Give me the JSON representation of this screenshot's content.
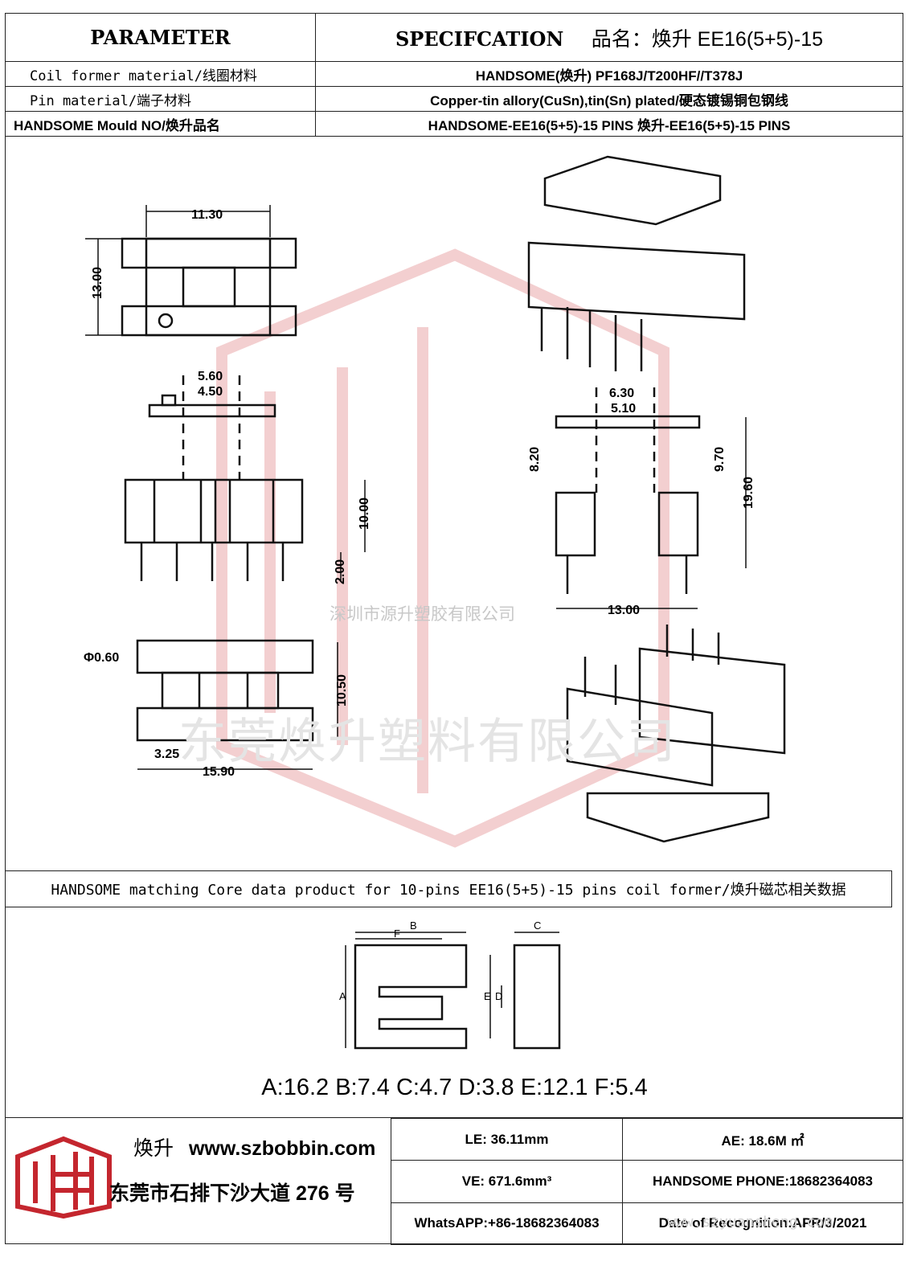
{
  "header": {
    "param_title": "PARAMETER",
    "spec_title": "SPECIFCATION",
    "spec_name": "品名：焕升 EE16(5+5)-15",
    "rows": [
      {
        "label": "Coil former material/线圈材料",
        "value": "HANDSOME(焕升)   PF168J/T200HF//T378J"
      },
      {
        "label": "Pin material/端子材料",
        "value": "Copper-tin allory(CuSn),tin(Sn) plated/硬态镀锡铜包钢线"
      },
      {
        "label": "HANDSOME Mould NO/焕升品名",
        "value": "HANDSOME-EE16(5+5)-15 PINS    焕升-EE16(5+5)-15 PINS"
      }
    ]
  },
  "dims": {
    "A": "11.30",
    "B": "13.00",
    "C": "5.60",
    "D": "4.50",
    "E": "10.00",
    "F": "2.00",
    "G": "6.30",
    "H": "5.10",
    "I": "8.20",
    "J": "9.70",
    "K": "19.60",
    "L": "13.00",
    "M": "Φ0.60",
    "N": "10.50",
    "O": "3.25",
    "P": "15.90"
  },
  "watermarks": {
    "company_small": "深圳市源升塑胶有限公司",
    "company_large": "东莞焕升塑料有限公司",
    "site": "www.szyuansheng.com"
  },
  "core": {
    "caption": "HANDSOME matching Core data  product for 10-pins EE16(5+5)-15 pins coil former/焕升磁芯相关数据",
    "labels": {
      "A": "A",
      "B": "B",
      "C": "C",
      "D": "D",
      "E": "E",
      "F": "F"
    },
    "values": "A:16.2 B:7.4 C:4.7 D:3.8 E:12.1 F:5.4"
  },
  "footer": {
    "brand_cn": "焕升",
    "website": "www.szbobbin.com",
    "address": "东莞市石排下沙大道 276 号",
    "le": "LE:    36.11mm",
    "ae": "AE: 18.6M ㎡",
    "ve": "VE:    671.6mm³",
    "phone": "HANDSOME PHONE:18682364083",
    "whatsapp": "WhatsAPP:+86-18682364083",
    "date": "Date of Recognition:APR/3/2021"
  },
  "colors": {
    "accent_red": "#c4262e",
    "line": "#222222"
  }
}
